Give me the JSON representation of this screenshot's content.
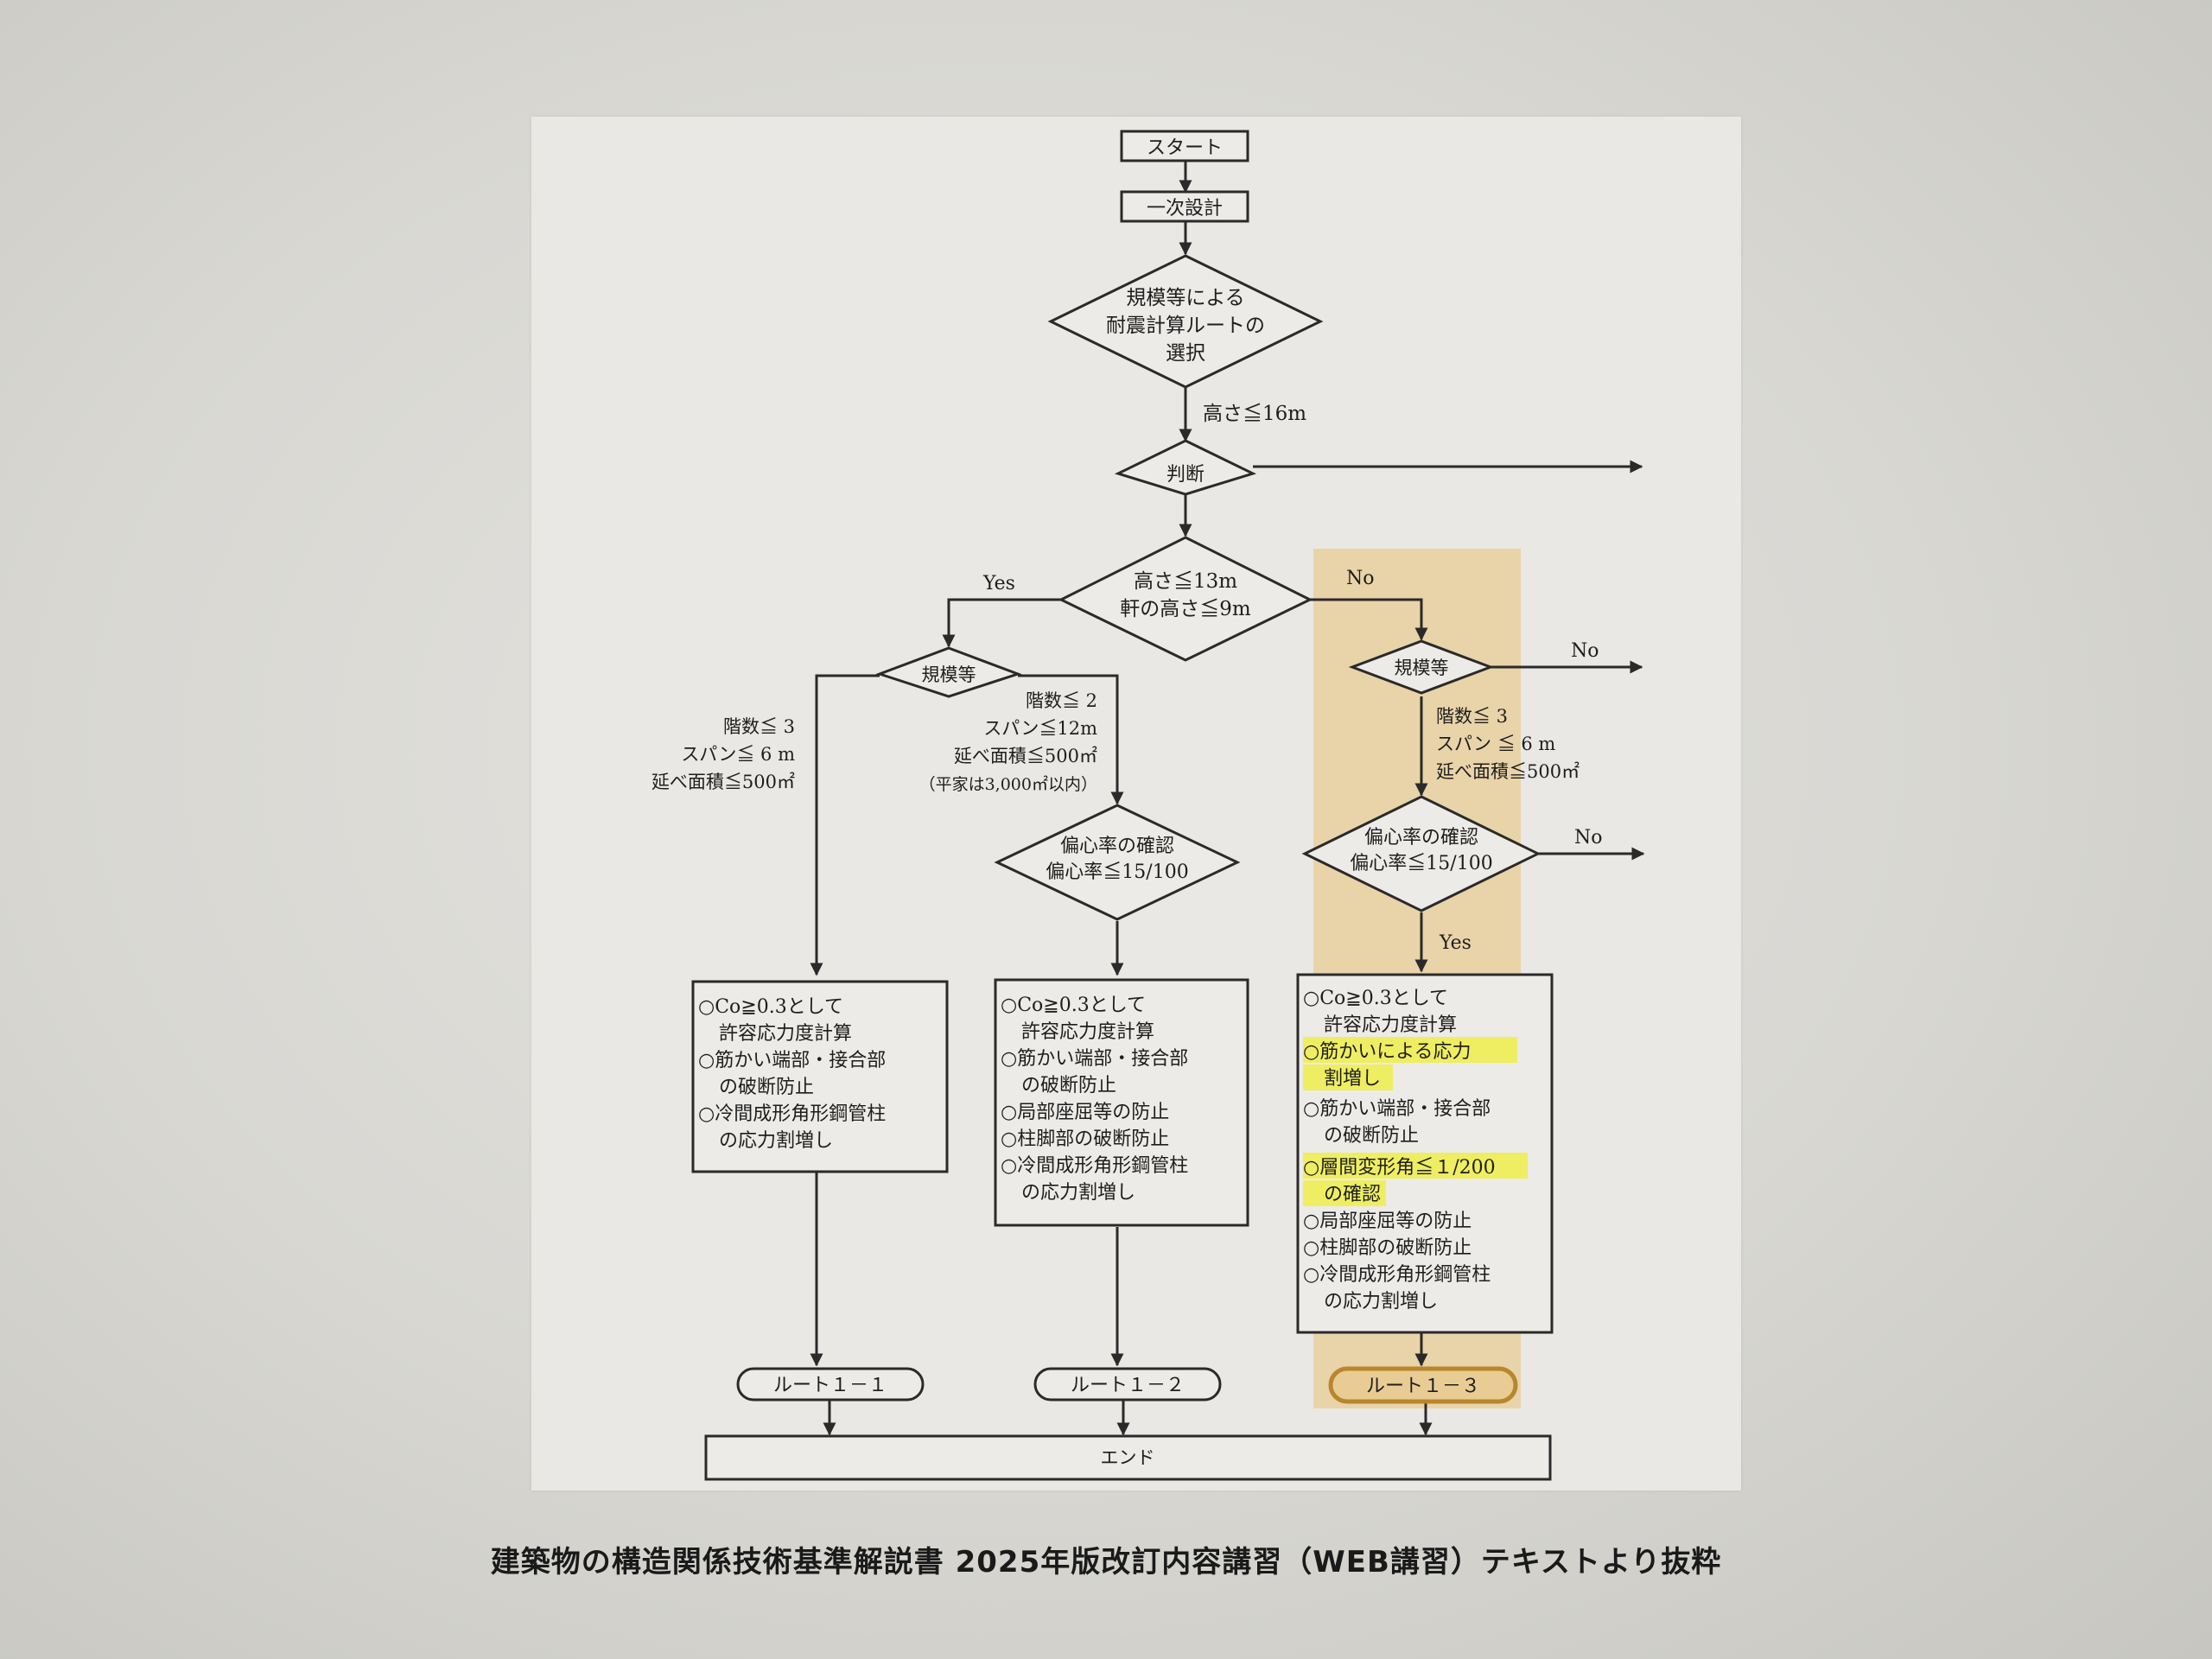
{
  "flowchart": {
    "start": "スタート",
    "primary_design": "一次設計",
    "route_select": [
      "規模等による",
      "耐震計算ルートの",
      "選択"
    ],
    "height_16": "高さ≦16m",
    "judge": "判断",
    "height_decision": [
      "高さ≦13m",
      "軒の高さ≦9m"
    ],
    "yes": "Yes",
    "no": "No",
    "scale_label": "規模等",
    "cond_route_1_1": [
      "階数≦ 3",
      "スパン≦ 6 m",
      "延べ面積≦500㎡"
    ],
    "cond_route_1_2": [
      "階数≦ 2",
      "スパン≦12m",
      "延べ面積≦500㎡",
      "（平家は3,000㎡以内）"
    ],
    "cond_route_1_3": [
      "階数≦ 3",
      "スパン ≦ 6 m",
      "延べ面積≦500㎡"
    ],
    "eccentricity": [
      "偏心率の確認",
      "偏心率≦15/100"
    ],
    "box_route_1_1": [
      "○Co≧0.3として",
      "許容応力度計算",
      "○筋かい端部・接合部",
      "の破断防止",
      "○冷間成形角形鋼管柱",
      "の応力割増し"
    ],
    "box_route_1_2": [
      "○Co≧0.3として",
      "許容応力度計算",
      "○筋かい端部・接合部",
      "の破断防止",
      "○局部座屈等の防止",
      "○柱脚部の破断防止",
      "○冷間成形角形鋼管柱",
      "の応力割増し"
    ],
    "box_route_1_3": [
      "○Co≧0.3として",
      "許容応力度計算",
      "○筋かいによる応力",
      "割増し",
      "○筋かい端部・接合部",
      "の破断防止",
      "○層間変形角≦１/200",
      "の確認",
      "○局部座屈等の防止",
      "○柱脚部の破断防止",
      "○冷間成形角形鋼管柱",
      "の応力割増し"
    ],
    "route_1_1": "ルート１－１",
    "route_1_2": "ルート１－２",
    "route_1_3": "ルート１－３",
    "end": "エンド"
  },
  "caption": "建築物の構造関係技術基準解説書 2025年版改訂内容講習（WEB講習）テキストより抜粋",
  "colors": {
    "highlight": "#f0ee4a",
    "route_1_3_band": "#e8cc94",
    "route_1_3_oval": "#b8862e"
  }
}
